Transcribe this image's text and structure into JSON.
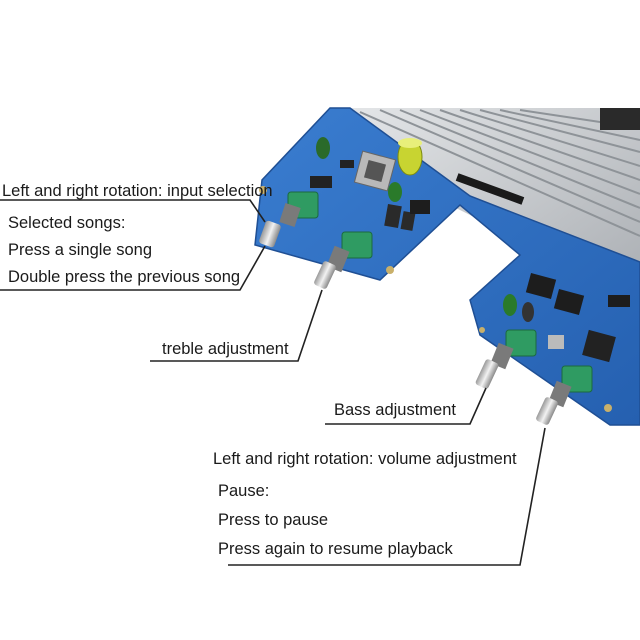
{
  "colors": {
    "pcb": "#2f6fc4",
    "pcb_light": "#4a8ad8",
    "heatsink": "#c9ccd0",
    "leader_line": "#222222",
    "text": "#1a1a1a"
  },
  "callouts": {
    "input": {
      "title": "Left and right rotation: input selection",
      "lines": [
        "Selected songs:",
        "Press a single song",
        "Double press the previous song"
      ]
    },
    "treble": {
      "title": "treble adjustment"
    },
    "bass": {
      "title": "Bass adjustment"
    },
    "volume": {
      "title": "Left and right rotation: volume adjustment",
      "lines": [
        "Pause:",
        "Press to pause",
        "Press again to resume playback"
      ]
    }
  }
}
